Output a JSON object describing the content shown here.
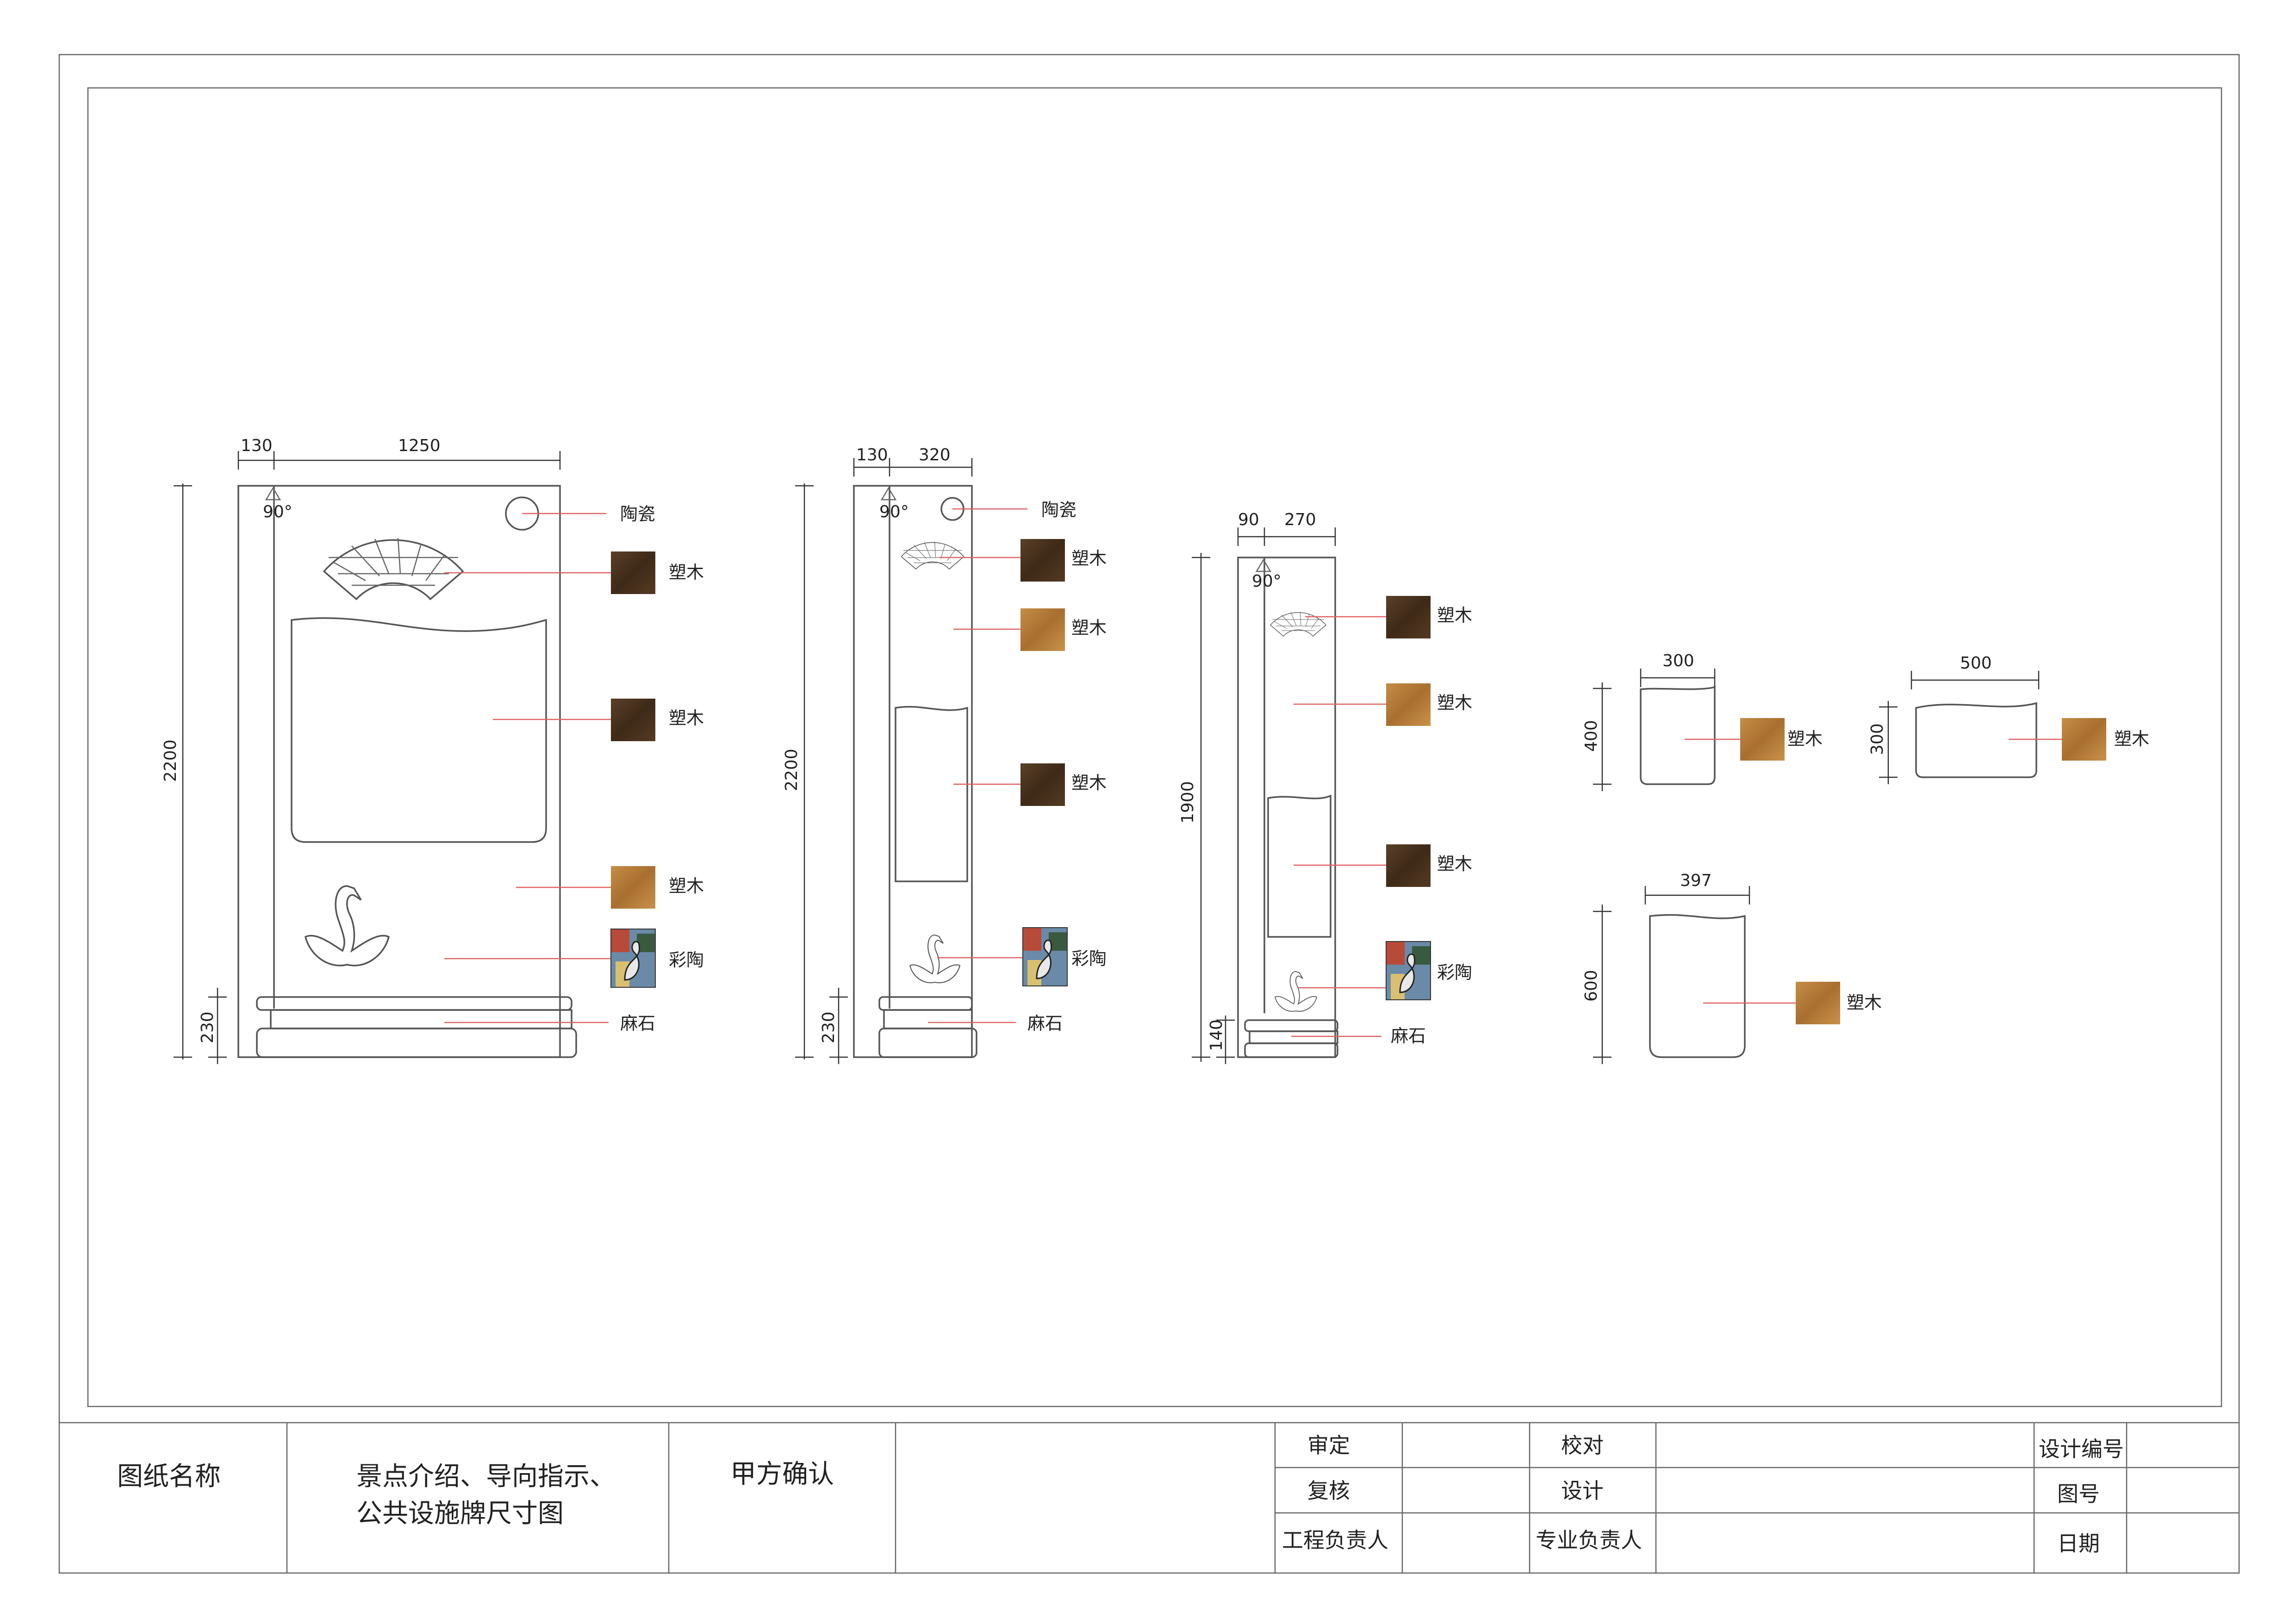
{
  "materials": {
    "ceramic": "陶瓷",
    "plastic_wood": "塑木",
    "color_ceramic": "彩陶",
    "granite": "麻石"
  },
  "colors": {
    "dark_wood": "#4a3520",
    "light_wood": "#b07a3a",
    "leader": "#e06060",
    "frame": "#555555"
  },
  "sign1": {
    "w_dim_a": "130",
    "w_dim_b": "1250",
    "h_dim": "2200",
    "base_dim": "230",
    "angle": "90°"
  },
  "sign2": {
    "w_dim_a": "130",
    "w_dim_b": "320",
    "h_dim": "2200",
    "base_dim": "230",
    "angle": "90°"
  },
  "sign3": {
    "w_dim_a": "90",
    "w_dim_b": "270",
    "h_dim": "1900",
    "base_dim": "140",
    "angle": "90°"
  },
  "panel_a": {
    "w_dim": "300",
    "h_dim": "400"
  },
  "panel_b": {
    "w_dim": "500",
    "h_dim": "300"
  },
  "panel_c": {
    "w_dim": "397",
    "h_dim": "600"
  },
  "title_block": {
    "name_label": "图纸名称",
    "name_line1": "景点介绍、导向指示、",
    "name_line2": "公共设施牌尺寸图",
    "client_confirm": "甲方确认",
    "approve": "审定",
    "proofread": "校对",
    "recheck": "复核",
    "design": "设计",
    "project_lead": "工程负责人",
    "discipline_lead": "专业负责人",
    "design_no": "设计编号",
    "drawing_no": "图号",
    "date": "日期"
  }
}
